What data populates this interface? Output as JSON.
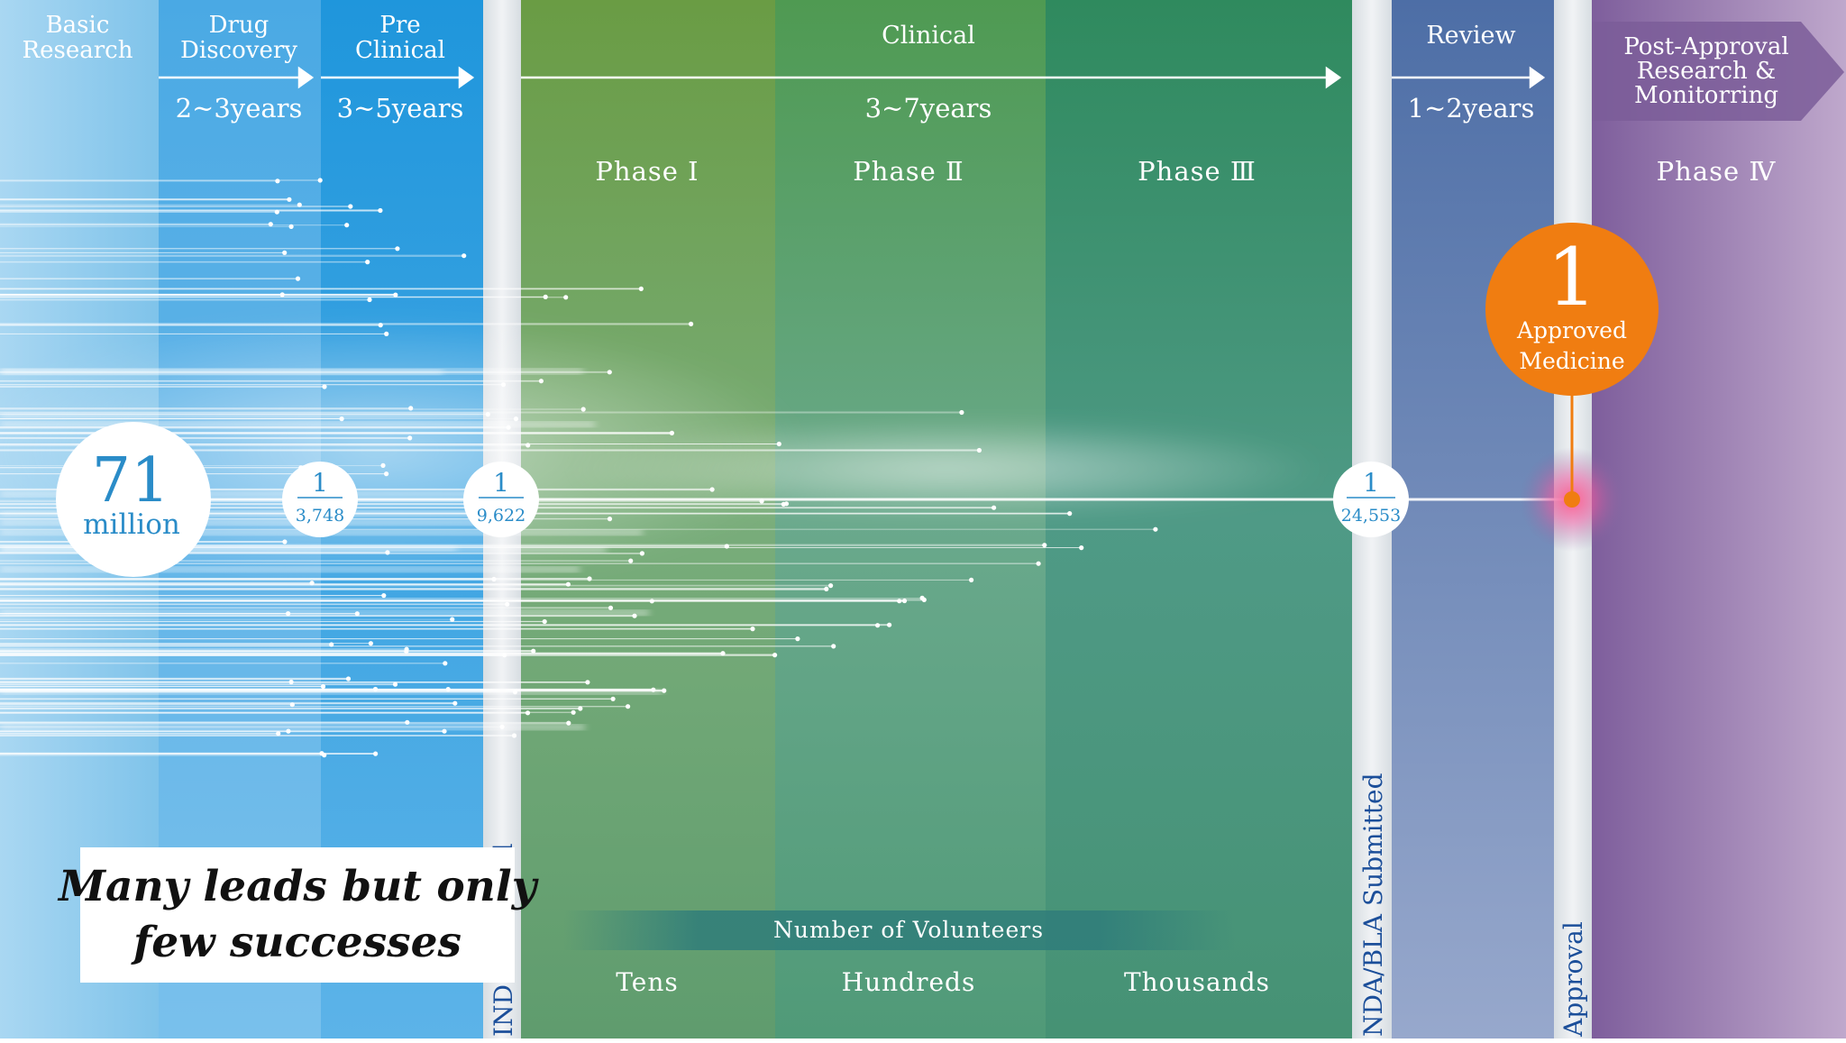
{
  "colors": {
    "basic": "#7fc3ea",
    "discovery": "#56b0e6",
    "preclinical": "#2a9ee0",
    "separator": "#e6e9ec",
    "phase1": "#6fa04e",
    "phase2": "#4e9a6a",
    "phase3": "#3c8c6e",
    "review": "#5e7eb0",
    "postapproval": "#8b6aa6",
    "approved": "#f07d11",
    "number": "#2a8cc8"
  },
  "stages": {
    "basic_research": [
      "Basic",
      "Research"
    ],
    "drug_discovery": [
      "Drug",
      "Discovery"
    ],
    "preclinical": [
      "Pre",
      "Clinical"
    ],
    "clinical": "Clinical",
    "review": "Review",
    "post_approval": [
      "Post-Approval",
      "Research &",
      "Monitorring"
    ]
  },
  "durations": {
    "drug_discovery": "2~3years",
    "preclinical": "3~5years",
    "clinical": "3~7years",
    "review": "1~2years"
  },
  "phases": {
    "phase1": "Phase Ⅰ",
    "phase2": "Phase Ⅱ",
    "phase3": "Phase Ⅲ",
    "phase4": "Phase Ⅳ"
  },
  "milestones": {
    "ind": "IND Submitted",
    "nda": "NDA/BLA Submitted",
    "approval": "Approval"
  },
  "counts": {
    "start_value": "71",
    "start_unit": "million",
    "discovery_num": "1",
    "discovery_den": "3,748",
    "ind_num": "1",
    "ind_den": "9,622",
    "nda_num": "1",
    "nda_den": "24,553",
    "approved_num": "1",
    "approved_label": [
      "Approved",
      "Medicine"
    ]
  },
  "volunteers": {
    "title": "Number of Volunteers",
    "phase1": "Tens",
    "phase2": "Hundreds",
    "phase3": "Thousands"
  },
  "caption": [
    "Many leads but only",
    "few successes"
  ]
}
